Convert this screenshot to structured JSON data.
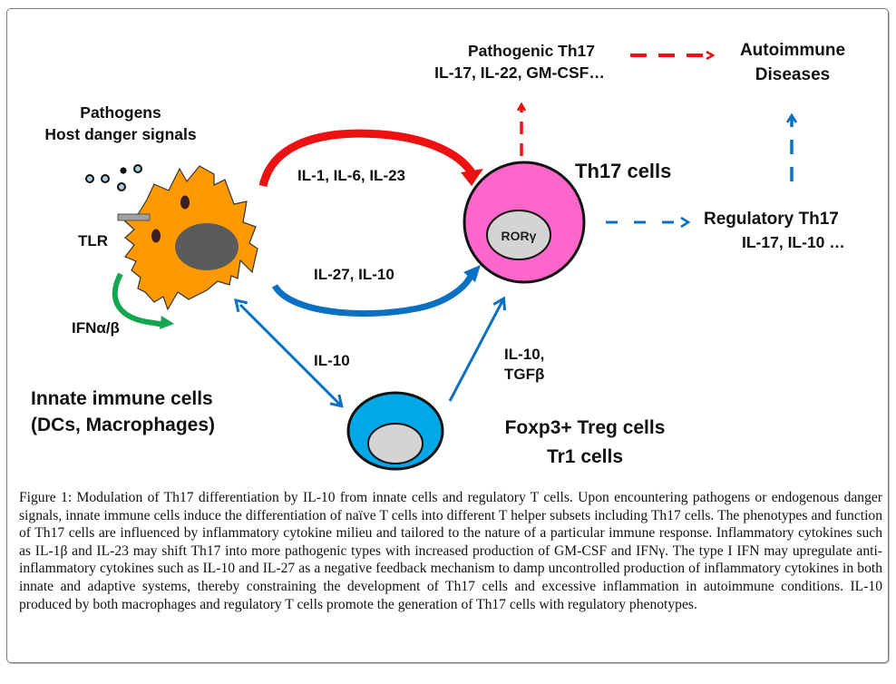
{
  "figure": {
    "labels": {
      "pathogens_line1": "Pathogens",
      "pathogens_line2": "Host danger signals",
      "tlr": "TLR",
      "ifn": "IFNα/β",
      "innate_line1": "Innate immune cells",
      "innate_line2": "(DCs, Macrophages)",
      "red_arrow_cytokines": "IL-1, IL-6, IL-23",
      "blue_arrow_cytokines": "IL-27, IL-10",
      "il10_to_treg": "IL-10",
      "treg_to_th17_line1": "IL-10,",
      "treg_to_th17_line2": "TGFβ",
      "th17_cells": "Th17 cells",
      "rorgamma": "RORγ",
      "pathogenic_line1": "Pathogenic Th17",
      "pathogenic_line2": "IL-17, IL-22, GM-CSF…",
      "autoimmune_line1": "Autoimmune",
      "autoimmune_line2": "Diseases",
      "regulatory_line1": "Regulatory Th17",
      "regulatory_line2": "IL-17,  IL-10 …",
      "treg_line1": "Foxp3+ Treg cells",
      "treg_line2": "Tr1 cells"
    },
    "colors": {
      "innate_cell": "#ff9900",
      "nucleus_dark": "#5b5b5b",
      "th17_cell": "#ff66cc",
      "treg_cell": "#00a8e8",
      "nucleus_light": "#d4d4d4",
      "pathogenic_arrow": "#ee1111",
      "regulatory_arrow": "#0a70c4",
      "ifn_arrow": "#14a550"
    }
  },
  "caption": {
    "title": "Figure 1: Modulation of Th17 differentiation by IL-10 from innate cells and regulatory T cells.",
    "body": "Upon encountering pathogens or endogenous danger signals, innate immune cells induce the differentiation of naïve T cells into different T helper subsets including Th17 cells. The phenotypes and function of Th17 cells are influenced by inflammatory cytokine milieu and tailored to the nature of a particular immune response. Inflammatory cytokines such as IL-1β and IL-23 may shift Th17 into more pathogenic types with increased production of GM-CSF and IFNγ. The type I IFN may upregulate anti-inflammatory cytokines such as IL-10 and IL-27 as a negative feedback mechanism to damp uncontrolled production of inflammatory cytokines in both innate and adaptive systems, thereby constraining the development of Th17 cells and excessive inflammation in autoimmune conditions. IL-10 produced by both macrophages and regulatory T cells promote the generation of Th17 cells with regulatory phenotypes."
  }
}
